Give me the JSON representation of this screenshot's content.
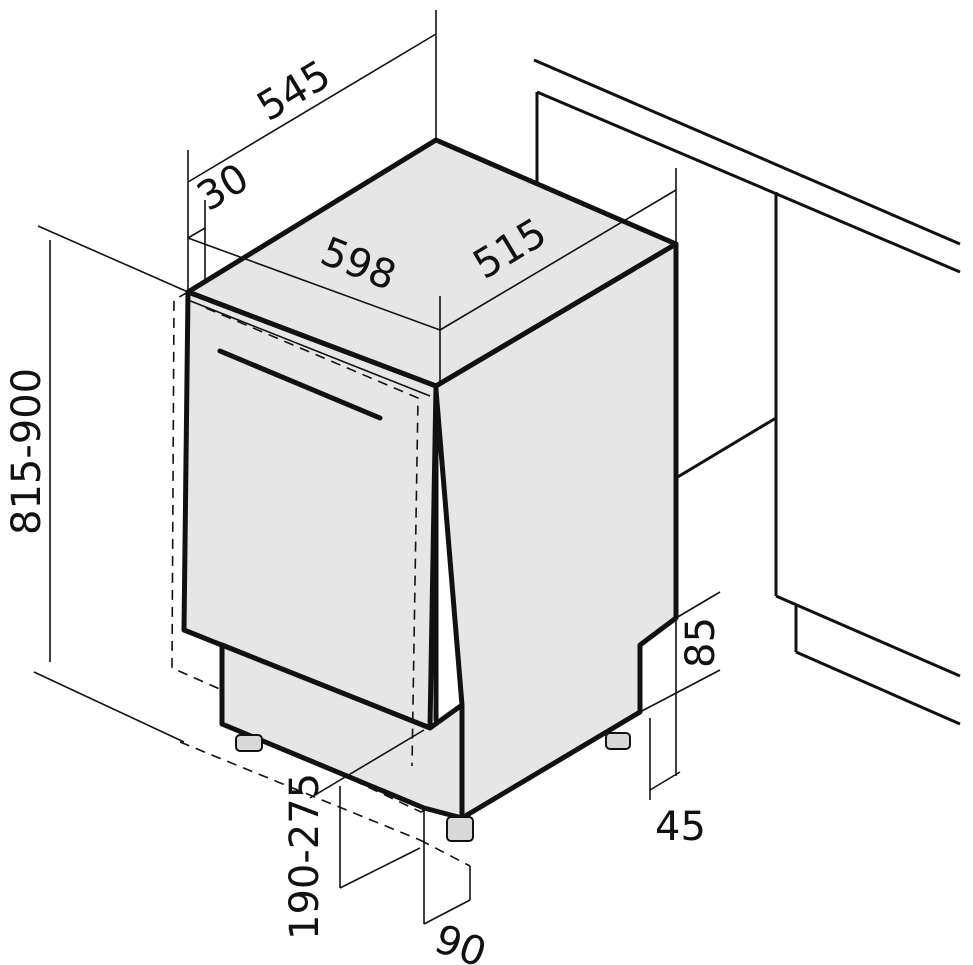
{
  "colors": {
    "body": "#e6e6e6",
    "line": "#111111",
    "background": "#ffffff"
  },
  "dimensions": {
    "total_depth": "545",
    "panel_offset": "30",
    "width": "598",
    "body_depth": "515",
    "height": "815-900",
    "recess_height": "85",
    "recess_depth": "45",
    "plinth_height": "190-275",
    "plinth_offset": "90"
  }
}
